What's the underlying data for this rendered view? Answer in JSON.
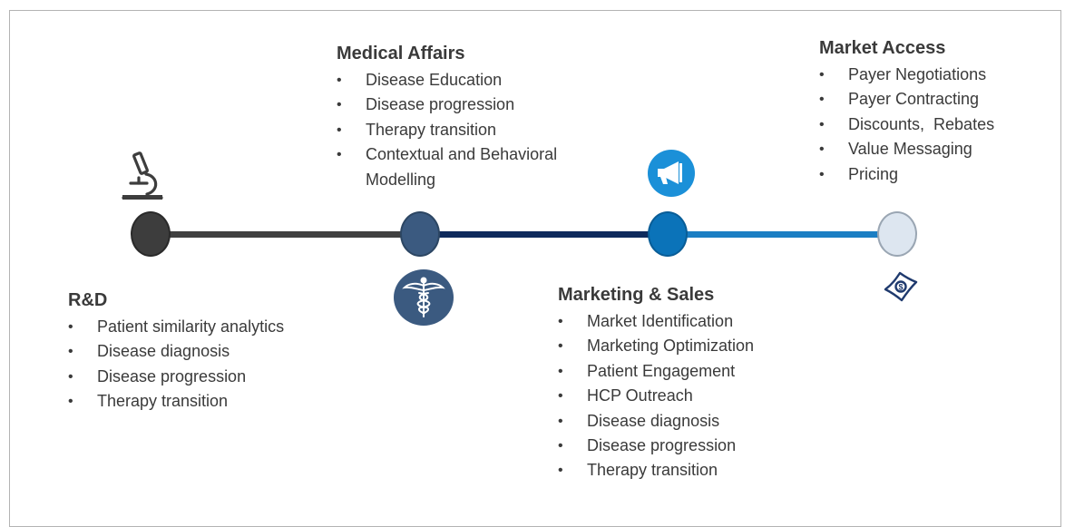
{
  "colors": {
    "rd": "#3d3d3d",
    "medical": "#3b5a80",
    "marketing": "#0b73b9",
    "access": "#dde6f0",
    "line_dark": "#404040",
    "line_navy": "#0e2a5c",
    "line_blue": "#1b7ec3"
  },
  "stages": {
    "rd": {
      "title": "R&D",
      "items": [
        "Patient similarity analytics",
        "Disease diagnosis",
        "Disease progression",
        "Therapy transition"
      ],
      "icon": "microscope-icon"
    },
    "medical": {
      "title": "Medical Affairs",
      "items": [
        "Disease Education",
        "Disease progression",
        "Therapy transition",
        "Contextual and Behavioral Modelling"
      ],
      "icon": "caduceus-icon"
    },
    "marketing": {
      "title": "Marketing & Sales",
      "items": [
        "Market Identification",
        "Marketing Optimization",
        "Patient Engagement",
        "HCP Outreach",
        "Disease diagnosis",
        "Disease progression",
        "Therapy transition"
      ],
      "icon": "megaphone-icon"
    },
    "access": {
      "title": "Market Access",
      "items": [
        "Payer Negotiations",
        "Payer Contracting",
        "Discounts,  Rebates",
        "Value Messaging",
        "Pricing"
      ],
      "icon": "dollar-bill-icon"
    }
  }
}
